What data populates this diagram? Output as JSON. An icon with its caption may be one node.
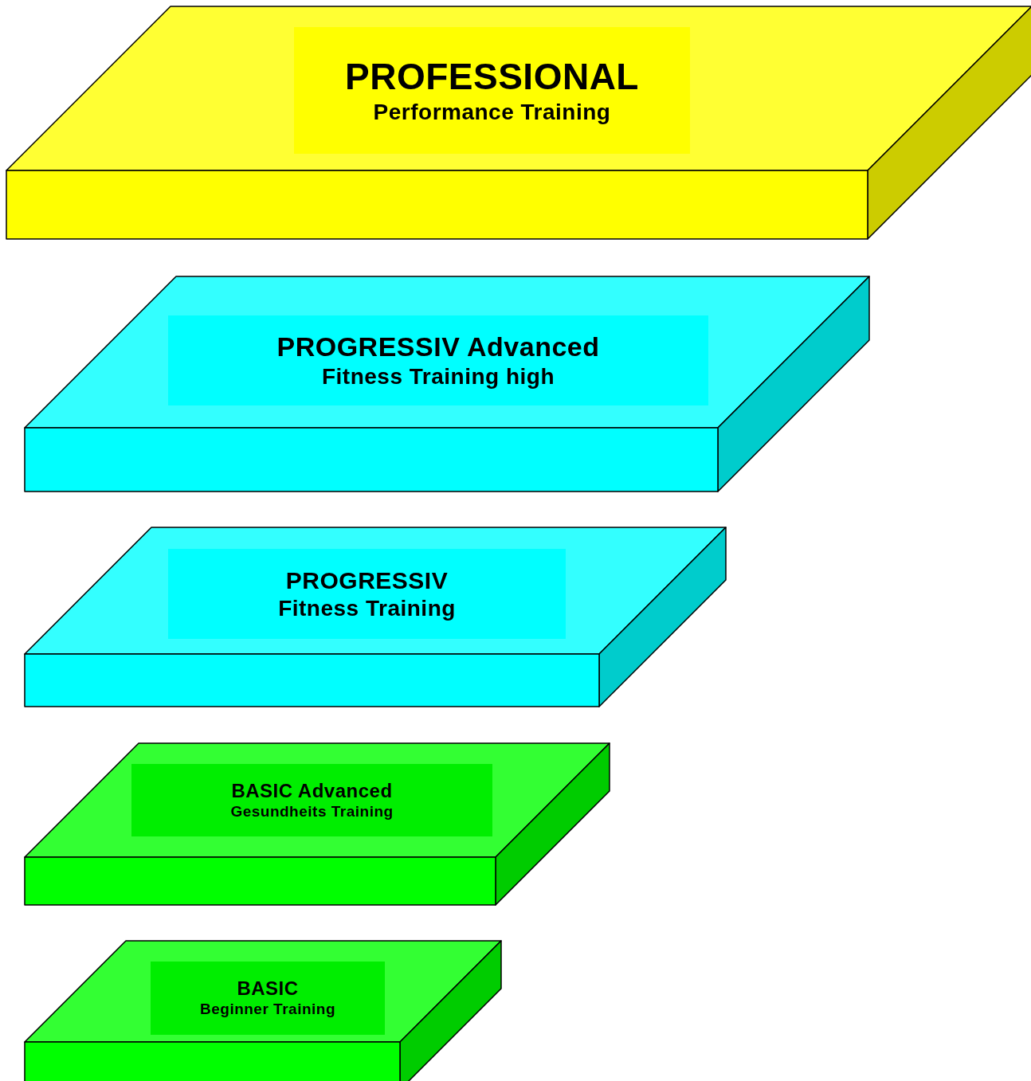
{
  "diagram": {
    "nodes": [
      {
        "text": [
          "PROFESSIONAL",
          "Performance Training"
        ]
      },
      {
        "text": [
          "PROGRESSIV Advanced",
          "Fitness Training high"
        ]
      },
      {
        "text": [
          "PROGRESSIV",
          "Fitness Training"
        ]
      },
      {
        "text": [
          "BASIC Advanced",
          "Gesundheits Training"
        ]
      },
      {
        "text": [
          "BASIC",
          "Beginner Training"
        ]
      }
    ]
  }
}
